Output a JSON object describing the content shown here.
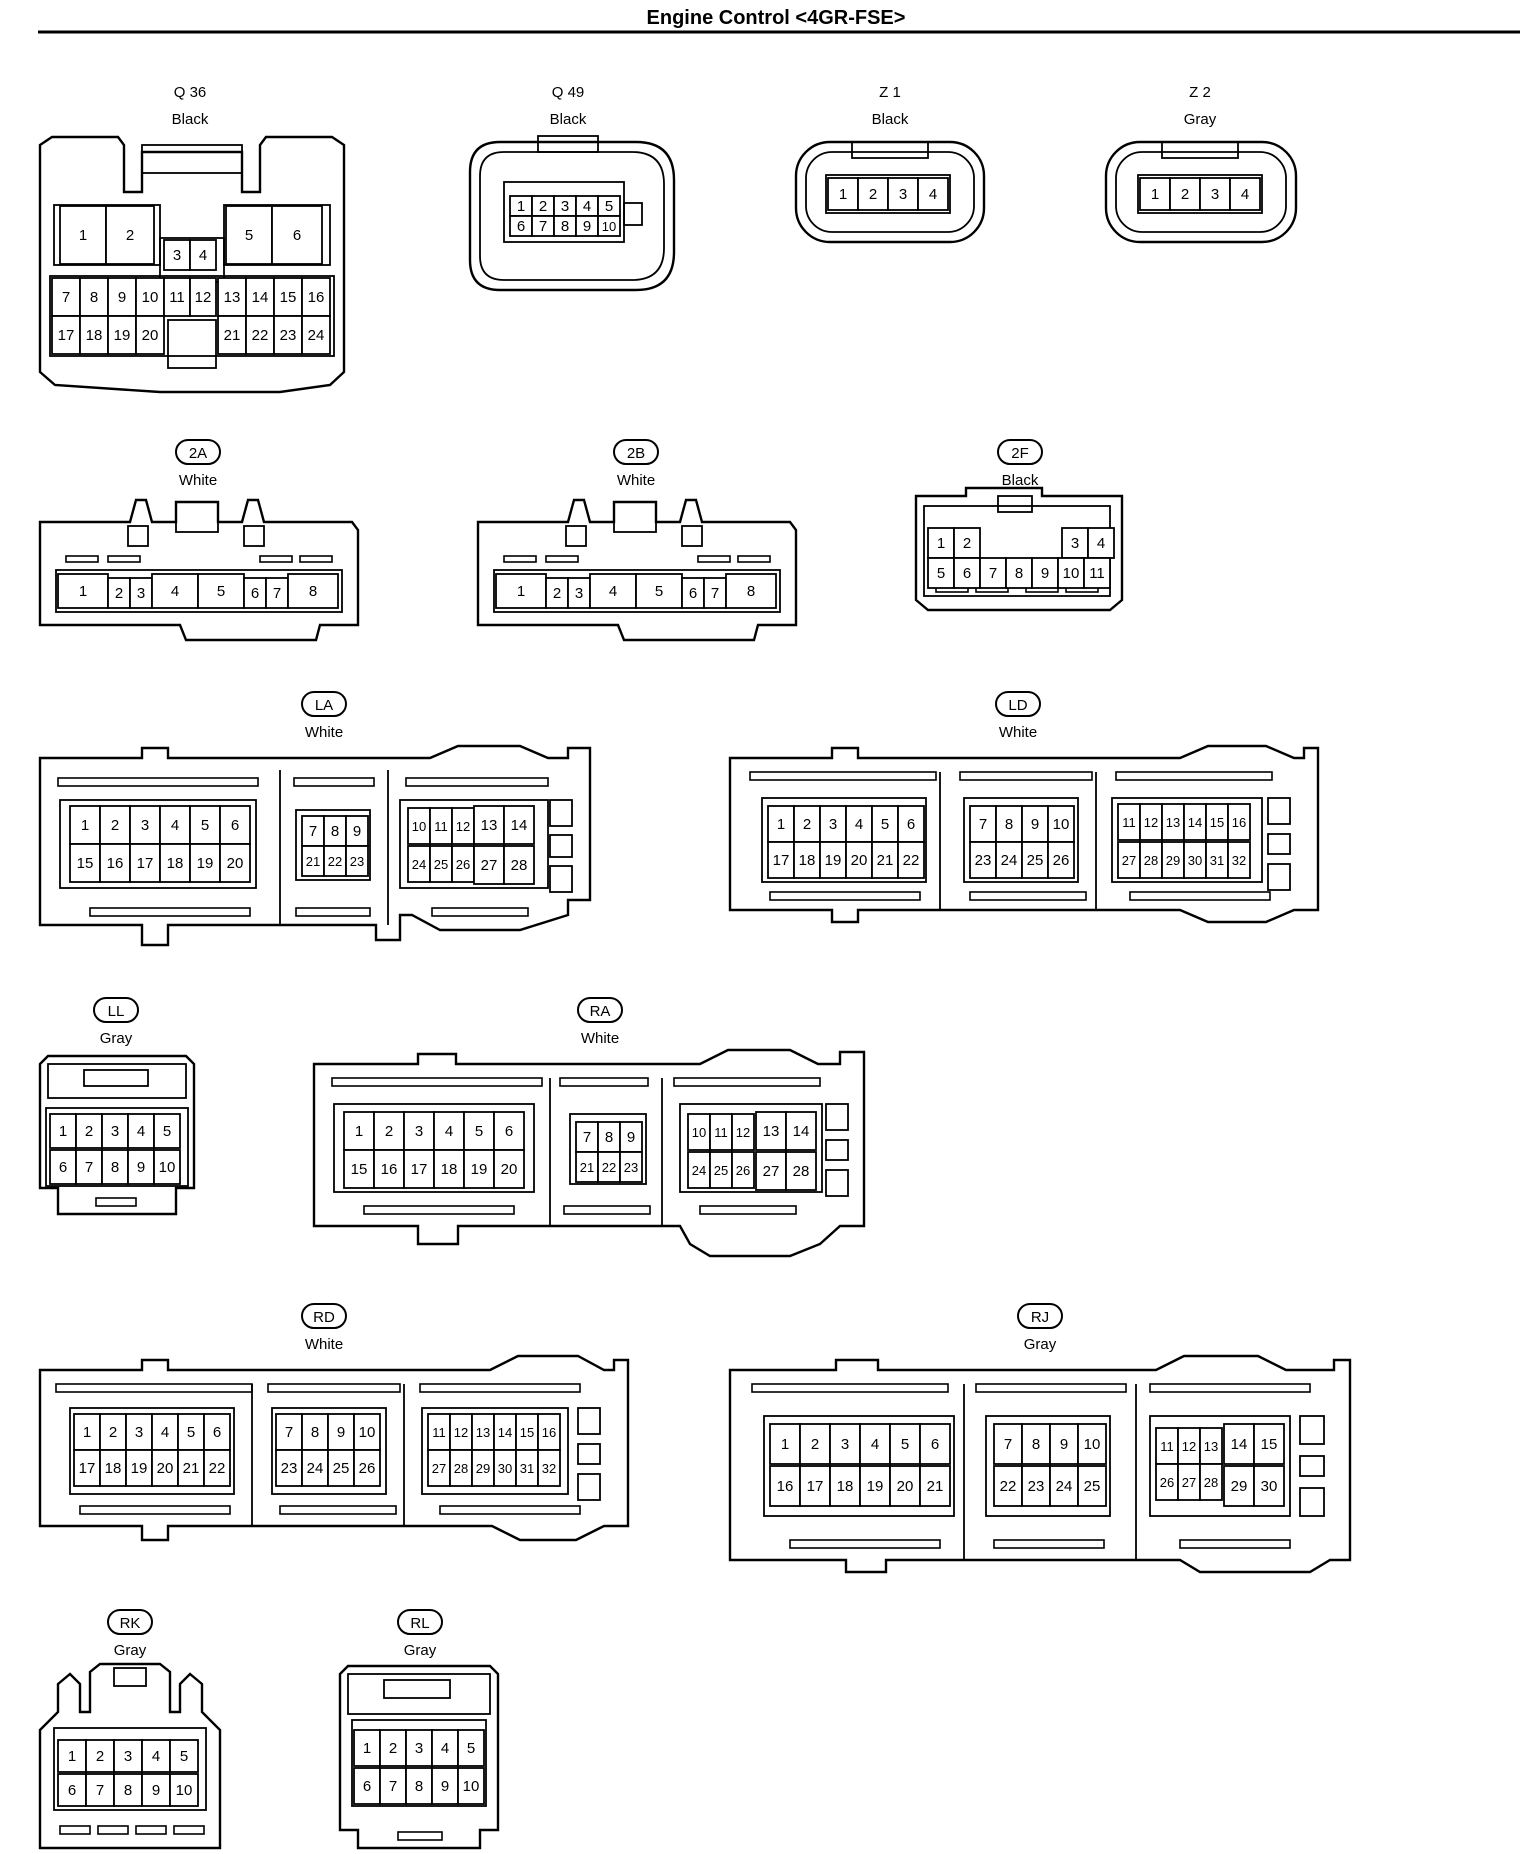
{
  "title": "Engine Control <4GR-FSE>",
  "connectors": [
    {
      "id": "q36",
      "code": "Q 36",
      "ovalCode": false,
      "color": "Black",
      "pins": [
        "1",
        "2",
        "3",
        "4",
        "5",
        "6",
        "7",
        "8",
        "9",
        "10",
        "11",
        "12",
        "13",
        "14",
        "15",
        "16",
        "17",
        "18",
        "19",
        "20",
        "21",
        "22",
        "23",
        "24"
      ]
    },
    {
      "id": "q49",
      "code": "Q 49",
      "ovalCode": false,
      "color": "Black",
      "pins": [
        "1",
        "2",
        "3",
        "4",
        "5",
        "6",
        "7",
        "8",
        "9",
        "10"
      ]
    },
    {
      "id": "z1",
      "code": "Z 1",
      "ovalCode": false,
      "color": "Black",
      "pins": [
        "1",
        "2",
        "3",
        "4"
      ]
    },
    {
      "id": "z2",
      "code": "Z 2",
      "ovalCode": false,
      "color": "Gray",
      "pins": [
        "1",
        "2",
        "3",
        "4"
      ]
    },
    {
      "id": "2a",
      "code": "2A",
      "ovalCode": true,
      "color": "White",
      "pins": [
        "1",
        "2",
        "3",
        "4",
        "5",
        "6",
        "7",
        "8"
      ]
    },
    {
      "id": "2b",
      "code": "2B",
      "ovalCode": true,
      "color": "White",
      "pins": [
        "1",
        "2",
        "3",
        "4",
        "5",
        "6",
        "7",
        "8"
      ]
    },
    {
      "id": "2f",
      "code": "2F",
      "ovalCode": true,
      "color": "Black",
      "pins": [
        "1",
        "2",
        "3",
        "4",
        "5",
        "6",
        "7",
        "8",
        "9",
        "10",
        "11"
      ]
    },
    {
      "id": "la",
      "code": "LA",
      "ovalCode": true,
      "color": "White",
      "pins": [
        "1",
        "2",
        "3",
        "4",
        "5",
        "6",
        "7",
        "8",
        "9",
        "10",
        "11",
        "12",
        "13",
        "14",
        "15",
        "16",
        "17",
        "18",
        "19",
        "20",
        "21",
        "22",
        "23",
        "24",
        "25",
        "26",
        "27",
        "28"
      ]
    },
    {
      "id": "ld",
      "code": "LD",
      "ovalCode": true,
      "color": "White",
      "pins": [
        "1",
        "2",
        "3",
        "4",
        "5",
        "6",
        "7",
        "8",
        "9",
        "10",
        "11",
        "12",
        "13",
        "14",
        "15",
        "16",
        "17",
        "18",
        "19",
        "20",
        "21",
        "22",
        "23",
        "24",
        "25",
        "26",
        "27",
        "28",
        "29",
        "30",
        "31",
        "32"
      ]
    },
    {
      "id": "ll",
      "code": "LL",
      "ovalCode": true,
      "color": "Gray",
      "pins": [
        "1",
        "2",
        "3",
        "4",
        "5",
        "6",
        "7",
        "8",
        "9",
        "10"
      ]
    },
    {
      "id": "ra",
      "code": "RA",
      "ovalCode": true,
      "color": "White",
      "pins": [
        "1",
        "2",
        "3",
        "4",
        "5",
        "6",
        "7",
        "8",
        "9",
        "10",
        "11",
        "12",
        "13",
        "14",
        "15",
        "16",
        "17",
        "18",
        "19",
        "20",
        "21",
        "22",
        "23",
        "24",
        "25",
        "26",
        "27",
        "28"
      ]
    },
    {
      "id": "rd",
      "code": "RD",
      "ovalCode": true,
      "color": "White",
      "pins": [
        "1",
        "2",
        "3",
        "4",
        "5",
        "6",
        "7",
        "8",
        "9",
        "10",
        "11",
        "12",
        "13",
        "14",
        "15",
        "16",
        "17",
        "18",
        "19",
        "20",
        "21",
        "22",
        "23",
        "24",
        "25",
        "26",
        "27",
        "28",
        "29",
        "30",
        "31",
        "32"
      ]
    },
    {
      "id": "rj",
      "code": "RJ",
      "ovalCode": true,
      "color": "Gray",
      "pins": [
        "1",
        "2",
        "3",
        "4",
        "5",
        "6",
        "7",
        "8",
        "9",
        "10",
        "11",
        "12",
        "13",
        "14",
        "15",
        "16",
        "17",
        "18",
        "19",
        "20",
        "21",
        "22",
        "23",
        "24",
        "25",
        "26",
        "27",
        "28",
        "29",
        "30"
      ]
    },
    {
      "id": "rk",
      "code": "RK",
      "ovalCode": true,
      "color": "Gray",
      "pins": [
        "1",
        "2",
        "3",
        "4",
        "5",
        "6",
        "7",
        "8",
        "9",
        "10"
      ]
    },
    {
      "id": "rl",
      "code": "RL",
      "ovalCode": true,
      "color": "Gray",
      "pins": [
        "1",
        "2",
        "3",
        "4",
        "5",
        "6",
        "7",
        "8",
        "9",
        "10"
      ]
    }
  ]
}
